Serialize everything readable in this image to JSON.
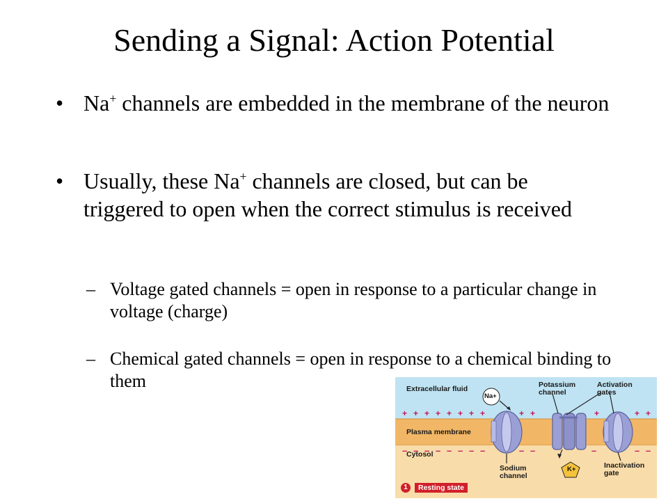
{
  "slide": {
    "title": "Sending a Signal:  Action Potential",
    "bullet_mark": "•",
    "sub_mark": "–",
    "bullets": [
      {
        "pre": "Na",
        "sup": "+",
        "post": " channels are embedded in the membrane of the neuron"
      },
      {
        "pre": "Usually, these Na",
        "sup": "+",
        "post": " channels are closed, but can be triggered to open when the correct stimulus is received"
      }
    ],
    "subbullets": [
      {
        "text": "Voltage gated channels = open in response to a particular change in voltage (charge)"
      },
      {
        "text": "Chemical gated channels = open in response to a chemical binding to them"
      }
    ]
  },
  "figure": {
    "labels": {
      "extracellular": "Extracellular fluid",
      "plasma_membrane": "Plasma membrane",
      "cytosol": "Cytosol",
      "potassium_channel": "Potassium channel",
      "activation_gates": "Activation gates",
      "sodium_channel": "Sodium channel",
      "inactivation_gate": "Inactivation gate",
      "na_ion": "Na+",
      "k_ion": "K+",
      "step_number": "1",
      "step_label": "Resting state"
    },
    "colors": {
      "extracellular": "#bfe3f2",
      "membrane": "#f2b766",
      "cytosol": "#f8dcaa",
      "channel": "#9aa0d6",
      "channel_dark": "#6a6fae",
      "plus_sign": "#c2185b",
      "minus_sign": "#c2185b",
      "badge_red": "#d0202a"
    }
  }
}
